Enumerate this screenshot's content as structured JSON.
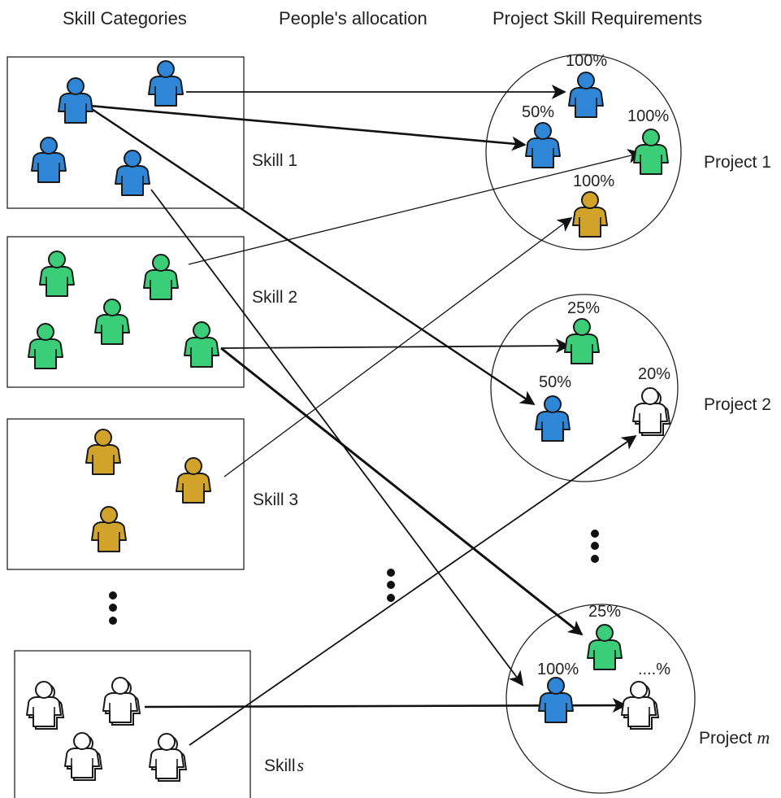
{
  "headers": {
    "skill_categories": "Skill Categories",
    "peoples_allocation": "People's allocation",
    "project_requirements": "Project Skill Requirements"
  },
  "colors": {
    "skill1": "#2f86d6",
    "skill2": "#3ccd78",
    "skill3": "#d2a32a",
    "skills": "#ffffff",
    "outline": "#1a1a1a",
    "arrow": "#111111"
  },
  "skills": {
    "skill1": "Skill 1",
    "skill2": "Skill 2",
    "skill3": "Skill 3",
    "skill_s_prefix": "Skill",
    "skill_s_var": "s"
  },
  "projects": {
    "project1": {
      "label": "Project 1",
      "pct_blue_top": "100%",
      "pct_blue_mid": "50%",
      "pct_green": "100%",
      "pct_gold": "100%"
    },
    "project2": {
      "label": "Project 2",
      "pct_green": "25%",
      "pct_blue": "50%",
      "pct_white": "20%"
    },
    "projectm": {
      "label_prefix": "Project",
      "label_var": "m",
      "pct_green": "25%",
      "pct_blue": "100%",
      "pct_white": "....%"
    }
  }
}
